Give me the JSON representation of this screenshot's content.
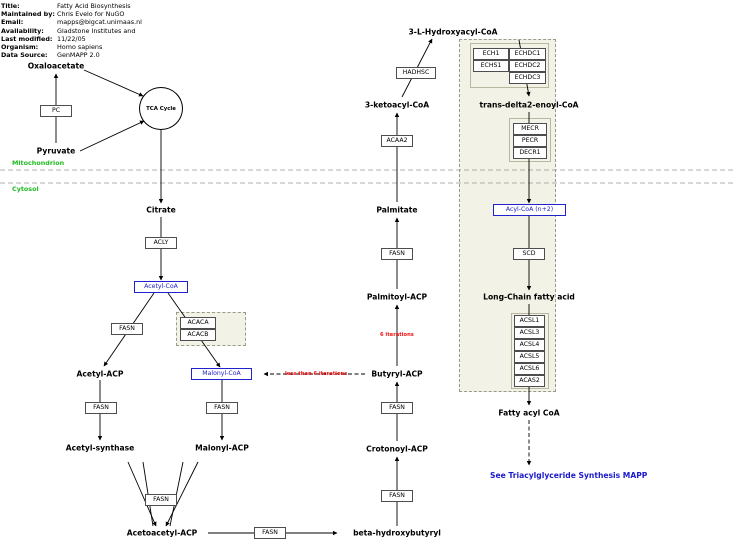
{
  "header": {
    "rows": [
      {
        "key": "Title:",
        "value": "Fatty Acid Biosynthesis"
      },
      {
        "key": "Maintained by:",
        "value": "Chris Evelo for NuGO"
      },
      {
        "key": "Email:",
        "value": "mapps@bigcat.unimaas.nl"
      },
      {
        "key": "Availability:",
        "value": "Gladstone Institutes and"
      },
      {
        "key": "Last modified:",
        "value": "11/22/05"
      },
      {
        "key": "Organism:",
        "value": "Homo sapiens"
      },
      {
        "key": "Data Source:",
        "value": "GenMAPP 2.0"
      }
    ]
  },
  "compartments": {
    "mitochondrion": "Mitochondrion",
    "cytosol": "Cytosol"
  },
  "metabolites": {
    "oxaloacetate": "Oxaloacetate",
    "pyruvate": "Pyruvate",
    "tca_cycle": "TCA Cycle",
    "citrate": "Citrate",
    "acetyl_acp": "Acetyl-ACP",
    "acetyl_synthase": "Acetyl-synthase",
    "malonyl_acp": "Malonyl-ACP",
    "acetoacetyl_acp": "Acetoacetyl-ACP",
    "beta_hydroxybutyryl": "beta-hydroxybutyryl",
    "crotonoyl_acp": "Crotonoyl-ACP",
    "butyryl_acp": "Butyryl-ACP",
    "palmitoyl_acp": "Palmitoyl-ACP",
    "palmitate": "Palmitate",
    "ketoacyl_coa": "3-ketoacyl-CoA",
    "hydroxyacyl_coa": "3-L-Hydroxyacyl-CoA",
    "trans_enoyl_coa": "trans-delta2-enoyl-CoA",
    "long_chain_fa": "Long-Chain fatty acid",
    "fatty_acyl_coa": "Fatty acyl CoA"
  },
  "genes": {
    "pc": "PC",
    "acly": "ACLY",
    "acetyl_coa": "Acetyl-CoA",
    "fasn_1": "FASN",
    "acaca": "ACACA",
    "acacb": "ACACB",
    "fasn_2": "FASN",
    "fasn_3": "FASN",
    "fasn_4": "FASN",
    "malonyl_coa": "Malonyl-CoA",
    "fasn_5": "FASN",
    "fasn_6": "FASN",
    "fasn_7": "FASN",
    "fasn_8": "FASN",
    "acaa2": "ACAA2",
    "hadhsc": "HADHSC",
    "ech1": "ECH1",
    "echdc1": "ECHDC1",
    "echs1": "ECHS1",
    "echdc2": "ECHDC2",
    "echdc3": "ECHDC3",
    "mecr": "MECR",
    "pecr": "PECR",
    "decr1": "DECR1",
    "acyl_coa_n2": "Acyl-CoA (n+2)",
    "scd": "SCD",
    "acsl1": "ACSL1",
    "acsl3": "ACSL3",
    "acsl4": "ACSL4",
    "acsl5": "ACSL5",
    "acsl6": "ACSL6",
    "acas2": "ACAS2"
  },
  "annotations": {
    "six_iterations": "6 iterations",
    "less_than_6": "less than 6 iterations",
    "see_tg": "See Triacylglyceride Synthesis MAPP"
  },
  "colors": {
    "compartment_label": "#22bb22",
    "iteration_label": "#ee1111",
    "link_label": "#1a1acc",
    "highlight_gene": "#2222cc",
    "group_fill": "#f3f2e6"
  }
}
